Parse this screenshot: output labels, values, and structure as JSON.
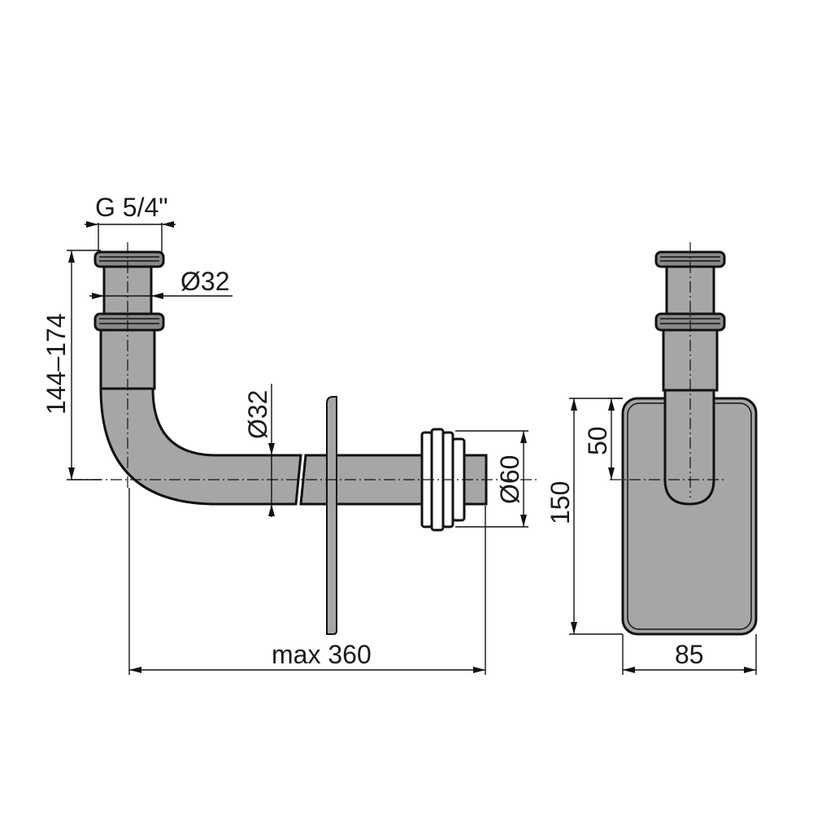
{
  "drawing": {
    "dimensions": {
      "thread": "G 5/4\"",
      "height_range": "144–174",
      "top_pipe_diameter": "Ø32",
      "horizontal_pipe_diameter": "Ø32",
      "outlet_diameter": "Ø60",
      "max_length": "max 360",
      "offset": "50",
      "body_height": "150",
      "body_width": "85"
    }
  }
}
